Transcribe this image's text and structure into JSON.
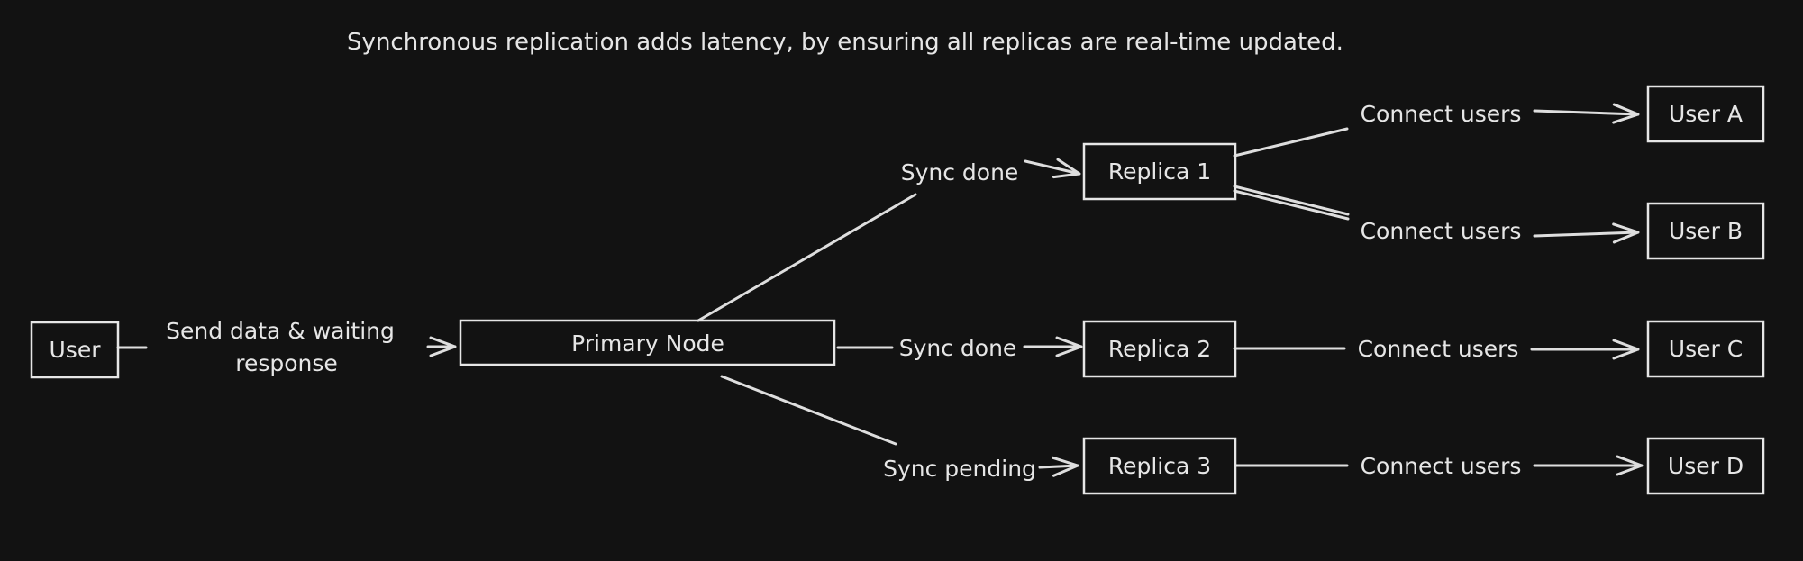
{
  "title": "Synchronous replication adds latency, by ensuring all replicas are real-time updated.",
  "colors": {
    "background": "#121212",
    "stroke": "#dedede",
    "text": "#e6e6e6"
  },
  "nodes": {
    "user": "User",
    "primary": "Primary Node",
    "replica1": "Replica 1",
    "replica2": "Replica 2",
    "replica3": "Replica 3",
    "userA": "User A",
    "userB": "User B",
    "userC": "User C",
    "userD": "User D"
  },
  "edges": {
    "send_line1": "Send data & waiting",
    "send_line2": "response",
    "sync1": "Sync done",
    "sync2": "Sync done",
    "sync3": "Sync pending",
    "connectA": "Connect users",
    "connectB": "Connect users",
    "connectC": "Connect users",
    "connectD": "Connect users"
  }
}
